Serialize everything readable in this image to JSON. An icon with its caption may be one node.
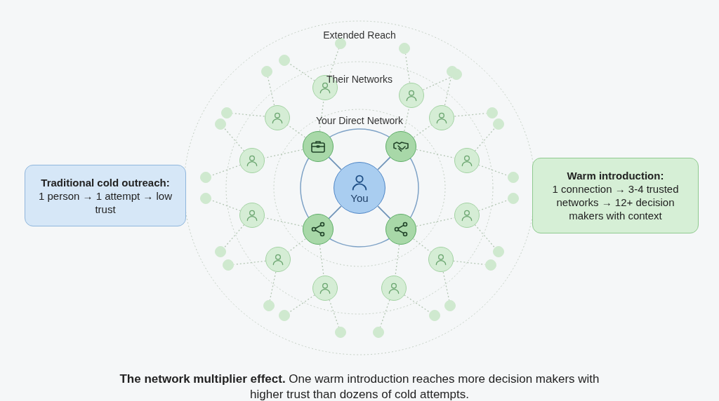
{
  "diagram": {
    "caption": "**The network multiplier effect.** One warm introduction reaches more decision makers with higher trust than dozens of cold attempts.",
    "nodes": [
      {
        "text": [
          "Traditional cold outreach:",
          "1 person → 1 attempt → low trust"
        ]
      },
      {
        "text": [
          "You"
        ]
      },
      {
        "text": [],
        "shape": "circle"
      },
      {
        "text": [],
        "shape": "circle"
      },
      {
        "text": [],
        "shape": "circle"
      },
      {
        "text": [],
        "shape": "circle"
      },
      {
        "text": [],
        "shape": "circle"
      },
      {
        "text": [],
        "shape": "circle"
      },
      {
        "text": [],
        "shape": "circle"
      },
      {
        "text": [],
        "shape": "circle"
      },
      {
        "text": [],
        "shape": "circle"
      },
      {
        "text": [],
        "shape": "circle"
      },
      {
        "text": [],
        "shape": "circle"
      },
      {
        "text": [],
        "shape": "circle"
      },
      {
        "text": [],
        "shape": "circle"
      },
      {
        "text": [],
        "shape": "circle"
      },
      {
        "text": [],
        "shape": "circle"
      },
      {
        "text": [],
        "shape": "circle"
      },
      {
        "text": [],
        "shape": "circle"
      },
      {
        "text": [],
        "shape": "circle"
      },
      {
        "text": [],
        "shape": "circle"
      },
      {
        "text": [],
        "shape": "circle"
      },
      {
        "text": [],
        "shape": "circle"
      },
      {
        "text": [],
        "shape": "circle"
      },
      {
        "text": [],
        "shape": "circle"
      },
      {
        "text": [],
        "shape": "circle"
      },
      {
        "text": [],
        "shape": "circle"
      },
      {
        "text": [],
        "shape": "circle"
      },
      {
        "text": [],
        "shape": "circle"
      },
      {
        "text": [],
        "shape": "circle"
      },
      {
        "text": [],
        "shape": "circle"
      },
      {
        "text": [],
        "shape": "circle"
      },
      {
        "text": [],
        "shape": "circle"
      },
      {
        "text": [],
        "shape": "circle"
      },
      {
        "text": [],
        "shape": "circle"
      },
      {
        "text": [],
        "shape": "circle"
      },
      {
        "text": [],
        "shape": "circle"
      },
      {
        "text": [],
        "shape": "circle"
      },
      {
        "text": [],
        "shape": "circle"
      },
      {
        "text": [],
        "shape": "circle"
      },
      {
        "text": [],
        "shape": "circle"
      },
      {
        "text": [],
        "shape": "circle"
      },
      {
        "text": [
          "Warm introduction:",
          "1 connection → 3-4 trusted networks → 12+ decision makers with context"
        ]
      }
    ],
    "edges": [
      {
        "from": 1,
        "to": 2,
        "arrow": "none",
        "color": "#6f93b8"
      },
      {
        "from": 1,
        "to": 3,
        "arrow": "none",
        "color": "#6f93b8"
      },
      {
        "from": 1,
        "to": 4,
        "arrow": "none",
        "color": "#6f93b8"
      },
      {
        "from": 1,
        "to": 5,
        "arrow": "none",
        "color": "#6f93b8"
      },
      {
        "from": 2,
        "to": 6,
        "arrow": "none",
        "style": "dashed"
      },
      {
        "from": 2,
        "to": 8,
        "arrow": "none",
        "style": "dashed"
      },
      {
        "from": 2,
        "to": 10,
        "arrow": "none",
        "style": "dashed"
      },
      {
        "from": 3,
        "to": 7,
        "arrow": "none",
        "style": "dashed"
      },
      {
        "from": 3,
        "to": 9,
        "arrow": "none",
        "style": "dashed"
      },
      {
        "from": 3,
        "to": 11,
        "arrow": "none",
        "style": "dashed"
      },
      {
        "from": 4,
        "to": 12,
        "arrow": "none",
        "style": "dashed"
      },
      {
        "from": 4,
        "to": 14,
        "arrow": "none",
        "style": "dashed"
      },
      {
        "from": 4,
        "to": 16,
        "arrow": "none",
        "style": "dashed"
      },
      {
        "from": 5,
        "to": 13,
        "arrow": "none",
        "style": "dashed"
      },
      {
        "from": 5,
        "to": 15,
        "arrow": "none",
        "style": "dashed"
      },
      {
        "from": 5,
        "to": 17,
        "arrow": "none",
        "style": "dashed"
      },
      {
        "from": 6,
        "to": 18,
        "arrow": "none",
        "style": "dashed"
      },
      {
        "from": 6,
        "to": 19,
        "arrow": "none",
        "style": "dashed"
      },
      {
        "from": 7,
        "to": 20,
        "arrow": "none",
        "style": "dashed"
      },
      {
        "from": 7,
        "to": 21,
        "arrow": "none",
        "style": "dashed"
      },
      {
        "from": 8,
        "to": 22,
        "arrow": "none",
        "style": "dashed"
      },
      {
        "from": 8,
        "to": 23,
        "arrow": "none",
        "style": "dashed"
      },
      {
        "from": 9,
        "to": 24,
        "arrow": "none",
        "style": "dashed"
      },
      {
        "from": 9,
        "to": 25,
        "arrow": "none",
        "style": "dashed"
      },
      {
        "from": 10,
        "to": 26,
        "arrow": "none",
        "style": "dashed"
      },
      {
        "from": 10,
        "to": 27,
        "arrow": "none",
        "style": "dashed"
      },
      {
        "from": 11,
        "to": 28,
        "arrow": "none",
        "style": "dashed"
      },
      {
        "from": 11,
        "to": 29,
        "arrow": "none",
        "style": "dashed"
      },
      {
        "from": 12,
        "to": 30,
        "arrow": "none",
        "style": "dashed"
      },
      {
        "from": 12,
        "to": 31,
        "arrow": "none",
        "style": "dashed"
      },
      {
        "from": 13,
        "to": 32,
        "arrow": "none",
        "style": "dashed"
      },
      {
        "from": 13,
        "to": 33,
        "arrow": "none",
        "style": "dashed"
      },
      {
        "from": 14,
        "to": 34,
        "arrow": "none",
        "style": "dashed"
      },
      {
        "from": 14,
        "to": 35,
        "arrow": "none",
        "style": "dashed"
      },
      {
        "from": 15,
        "to": 36,
        "arrow": "none",
        "style": "dashed"
      },
      {
        "from": 15,
        "to": 37,
        "arrow": "none",
        "style": "dashed"
      },
      {
        "from": 16,
        "to": 38,
        "arrow": "none",
        "style": "dashed"
      },
      {
        "from": 16,
        "to": 39,
        "arrow": "none",
        "style": "dashed"
      },
      {
        "from": 17,
        "to": 40,
        "arrow": "none",
        "style": "dashed"
      },
      {
        "from": 17,
        "to": 41,
        "arrow": "none",
        "style": "dashed"
      }
    ],
    "labels": [
      "Extended Reach",
      "Their Networks",
      "Your Direct Network"
    ]
  }
}
